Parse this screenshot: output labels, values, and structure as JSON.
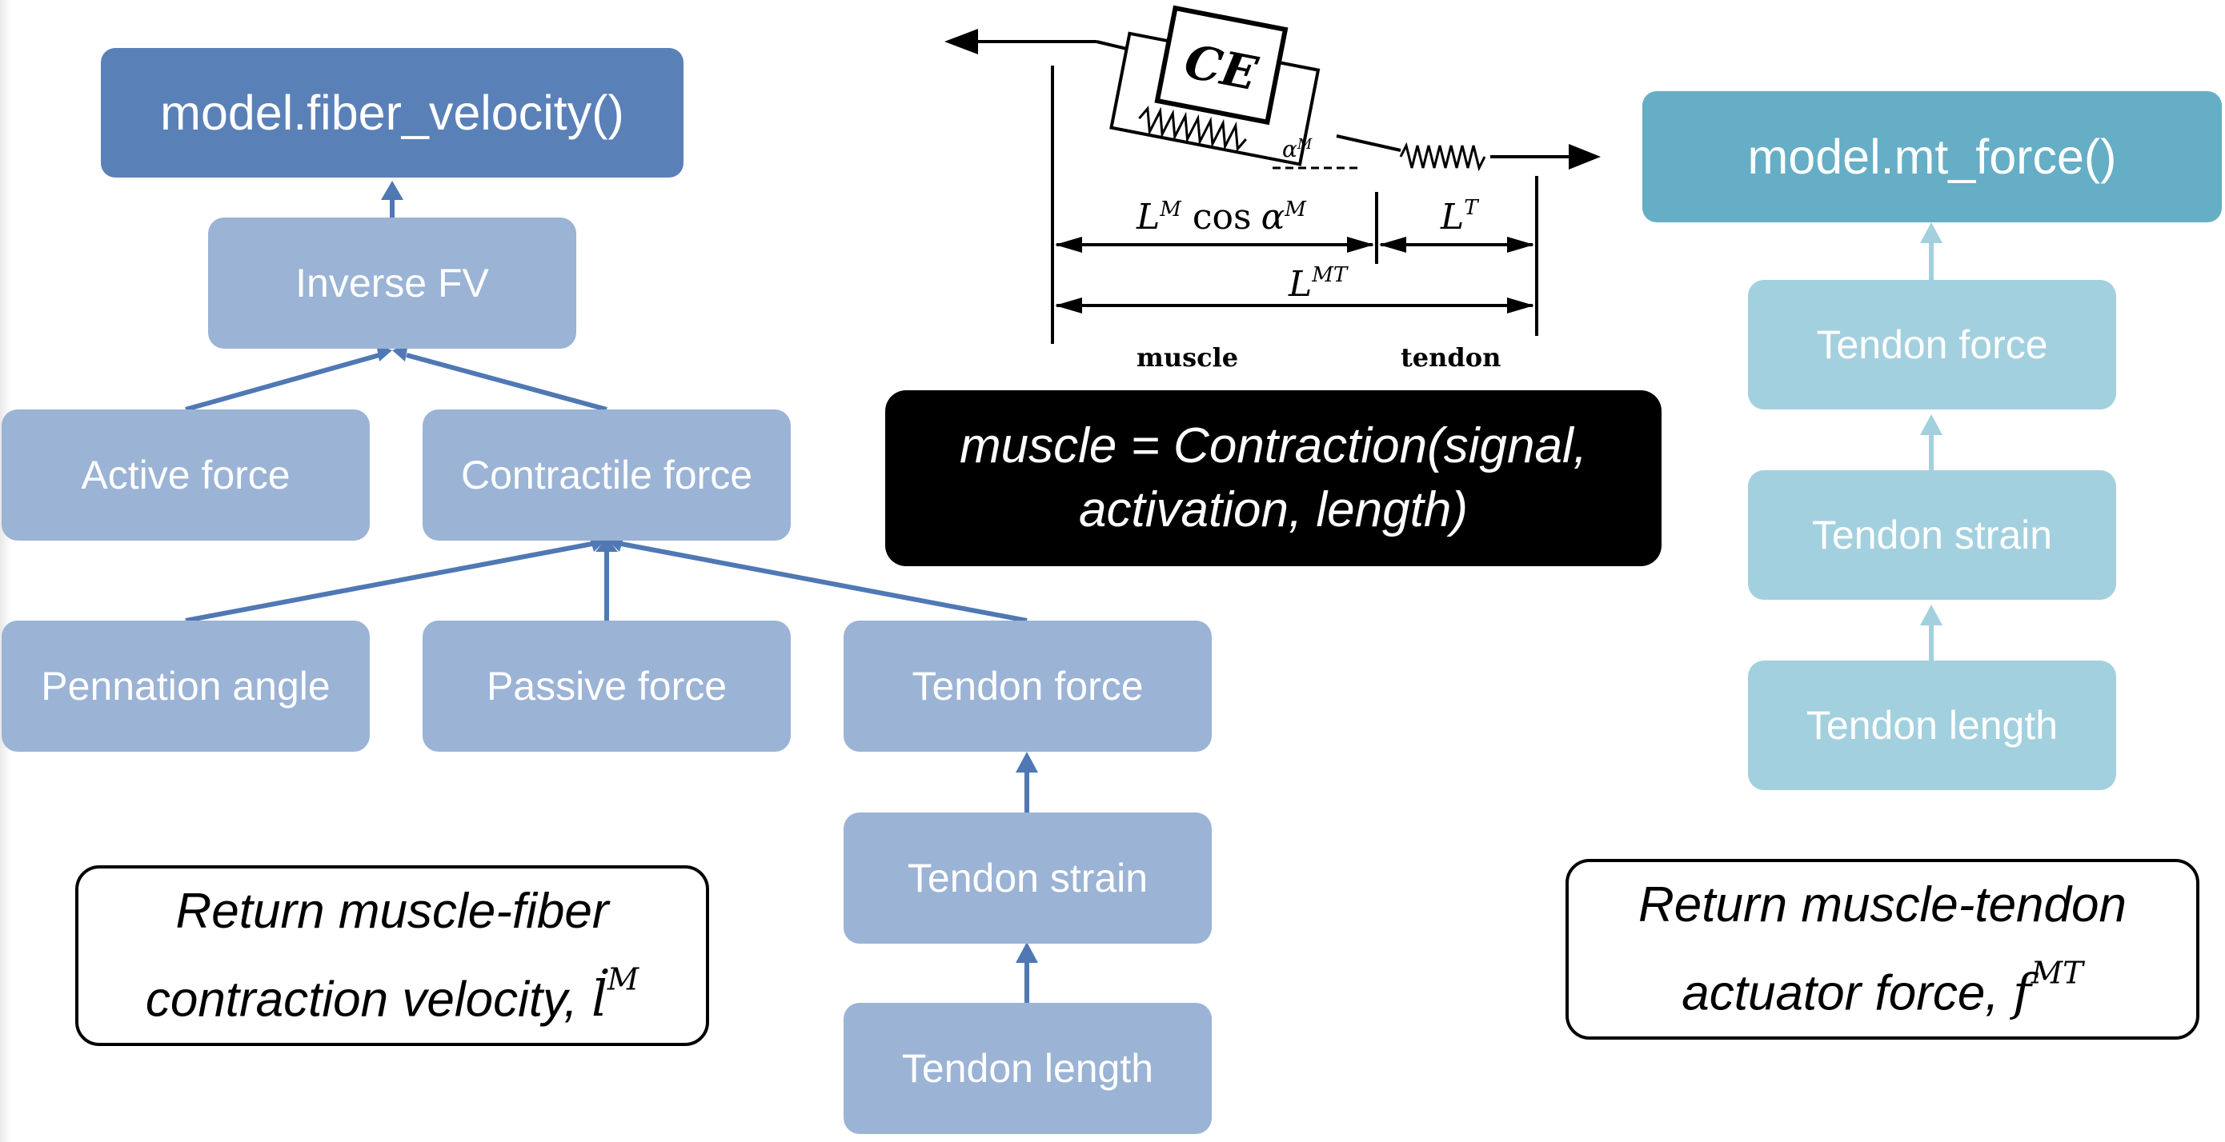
{
  "left_tree": {
    "title": "model.fiber_velocity()",
    "inverse_fv": "Inverse FV",
    "active_force": "Active force",
    "contractile_force": "Contractile force",
    "pennation_angle": "Pennation angle",
    "passive_force": "Passive force",
    "tendon_force": "Tendon force",
    "tendon_strain": "Tendon strain",
    "tendon_length": "Tendon length",
    "return_line1": "Return muscle-fiber",
    "return_line2": "contraction velocity,",
    "return_symbol": "l̇",
    "return_symbol_sup": "M"
  },
  "center": {
    "code_line1": "muscle = Contraction(signal,",
    "code_line2": "activation, length)",
    "schematic": {
      "ce": "CE",
      "alpha": "α",
      "alpha_sup": "M",
      "lm_cos": "L",
      "lm_cos_sup": "M",
      "cos_text": "cos",
      "alpha2": "α",
      "alpha2_sup": "M",
      "lt": "L",
      "lt_sup": "T",
      "lmt": "L",
      "lmt_sup": "MT",
      "muscle": "muscle",
      "tendon": "tendon"
    }
  },
  "right_tree": {
    "title": "model.mt_force()",
    "tendon_force": "Tendon force",
    "tendon_strain": "Tendon strain",
    "tendon_length": "Tendon length",
    "return_line1": "Return muscle-tendon",
    "return_line2": "actuator force,",
    "return_symbol": "f",
    "return_symbol_sup": "MT"
  },
  "colors": {
    "left_title": "#5a80b8",
    "left_node": "#9bb3d5",
    "left_arrow": "#4f78b4",
    "right_title": "#65aec6",
    "right_node": "#a3d0de",
    "right_arrow": "#a3d0de"
  }
}
